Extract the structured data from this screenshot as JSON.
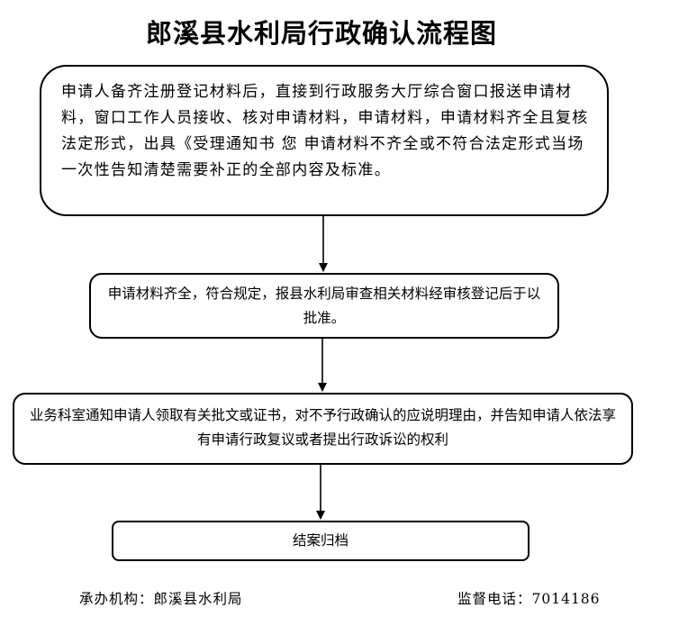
{
  "title": "郎溪县水利局行政确认流程图",
  "steps": [
    {
      "text": "申请人备齐注册登记材料后，直接到行政服务大厅综合窗口报送申请材料，窗口工作人员接收、核对申请材料，申请材料，申请材料齐全且复核法定形式，出具《受理通知书  您  申请材料不齐全或不符合法定形式当场一次性告知清楚需要补正的全部内容及标准。"
    },
    {
      "text": "申请材料齐全，符合规定，报县水利局审查相关材料经审核登记后于以批准。"
    },
    {
      "text": "业务科室通知申请人领取有关批文或证书，对不予行政确认的应说明理由，并告知申请人依法享有申请行政复议或者提出行政诉讼的权利"
    },
    {
      "text": "结案归档"
    }
  ],
  "footer": {
    "organizer": "承办机构：郎溪县水利局",
    "hotline": "监督电话：7014186"
  }
}
